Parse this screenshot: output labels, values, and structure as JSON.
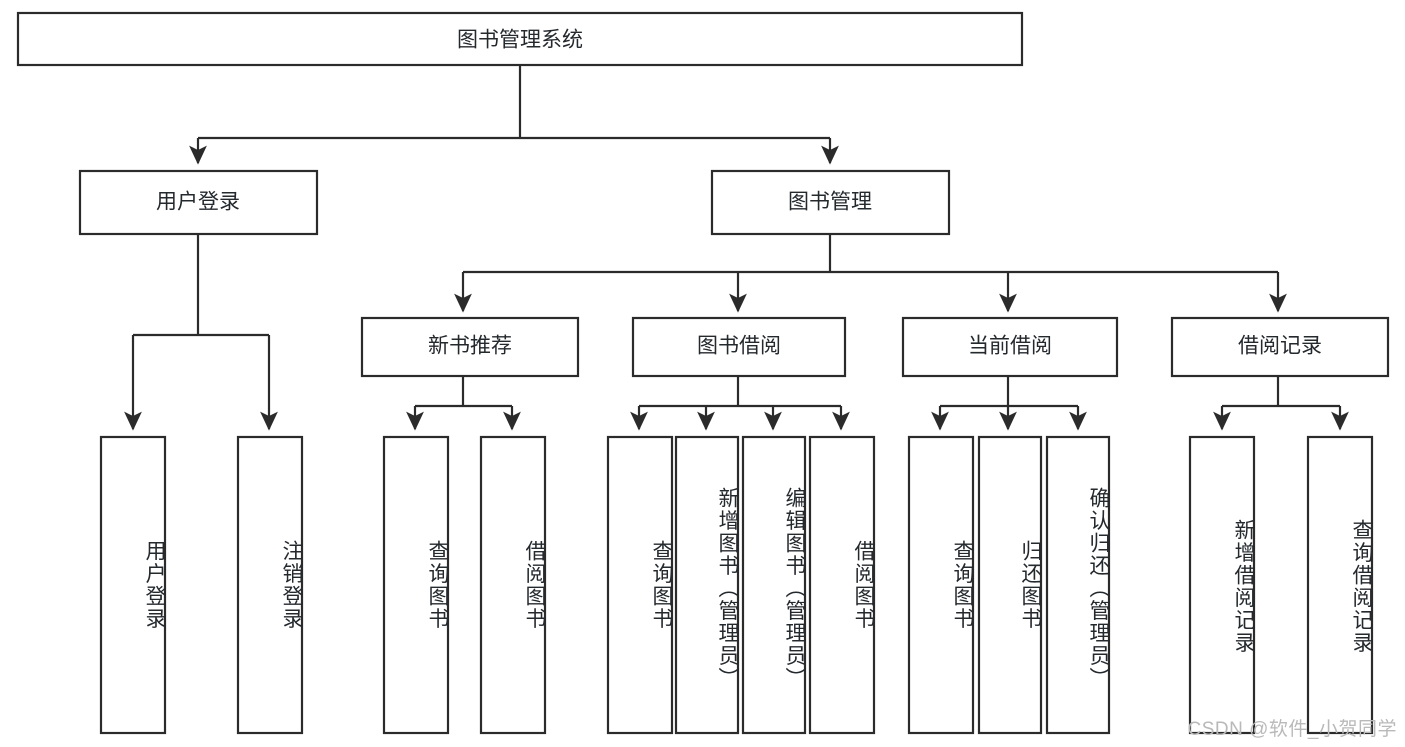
{
  "diagram": {
    "title": "图书管理系统",
    "type": "hierarchy-tree",
    "watermark": "CSDN @软件_小贺同学",
    "colors": {
      "stroke": "#2b2b2b",
      "node_fill": "#ffffff",
      "text": "#24292e",
      "background": "#ffffff",
      "watermark": "#b9b9b9"
    },
    "nodes": {
      "root": {
        "label": "图书管理系统",
        "level": 1,
        "orientation": "horizontal"
      },
      "level2": [
        {
          "id": "user-login",
          "label": "用户登录",
          "orientation": "horizontal"
        },
        {
          "id": "book-management",
          "label": "图书管理",
          "orientation": "horizontal"
        }
      ],
      "level3": [
        {
          "id": "new-book-recommend",
          "label": "新书推荐",
          "orientation": "horizontal"
        },
        {
          "id": "book-borrow",
          "label": "图书借阅",
          "orientation": "horizontal"
        },
        {
          "id": "current-borrow",
          "label": "当前借阅",
          "orientation": "horizontal"
        },
        {
          "id": "borrow-record",
          "label": "借阅记录",
          "orientation": "horizontal"
        }
      ],
      "leaves": [
        {
          "id": "leaf-user-login",
          "label": "用户登录",
          "parent": "user-login",
          "orientation": "vertical"
        },
        {
          "id": "leaf-user-logout",
          "label": "注销登录",
          "parent": "user-login",
          "orientation": "vertical"
        },
        {
          "id": "leaf-query-book-1",
          "label": "查询图书",
          "parent": "new-book-recommend",
          "orientation": "vertical"
        },
        {
          "id": "leaf-borrow-book-1",
          "label": "借阅图书",
          "parent": "new-book-recommend",
          "orientation": "vertical"
        },
        {
          "id": "leaf-query-book-2",
          "label": "查询图书",
          "parent": "book-borrow",
          "orientation": "vertical"
        },
        {
          "id": "leaf-add-book",
          "label": "新增图书（管理员）",
          "parent": "book-borrow",
          "orientation": "vertical"
        },
        {
          "id": "leaf-edit-book",
          "label": "编辑图书（管理员）",
          "parent": "book-borrow",
          "orientation": "vertical"
        },
        {
          "id": "leaf-borrow-book-2",
          "label": "借阅图书",
          "parent": "book-borrow",
          "orientation": "vertical"
        },
        {
          "id": "leaf-query-book-3",
          "label": "查询图书",
          "parent": "current-borrow",
          "orientation": "vertical"
        },
        {
          "id": "leaf-return-book",
          "label": "归还图书",
          "parent": "current-borrow",
          "orientation": "vertical"
        },
        {
          "id": "leaf-confirm-return",
          "label": "确认归还（管理员）",
          "parent": "current-borrow",
          "orientation": "vertical"
        },
        {
          "id": "leaf-add-record",
          "label": "新增借阅记录",
          "parent": "borrow-record",
          "orientation": "vertical"
        },
        {
          "id": "leaf-query-record",
          "label": "查询借阅记录",
          "parent": "borrow-record",
          "orientation": "vertical"
        }
      ]
    }
  }
}
